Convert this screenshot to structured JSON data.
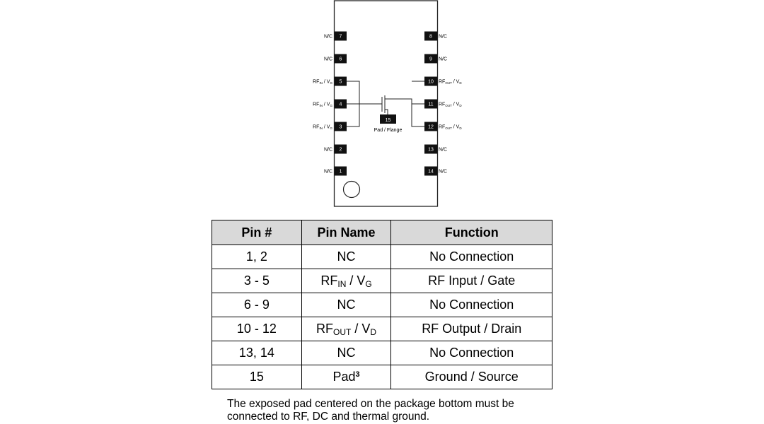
{
  "diagram": {
    "left_pins": [
      {
        "number": "7",
        "name": "N/C",
        "sub": "",
        "suffix": ""
      },
      {
        "number": "6",
        "name": "N/C",
        "sub": "",
        "suffix": ""
      },
      {
        "number": "5",
        "name": "RF",
        "sub": "IN",
        "suffix": " / V",
        "sub2": "G"
      },
      {
        "number": "4",
        "name": "RF",
        "sub": "IN",
        "suffix": " / V",
        "sub2": "G"
      },
      {
        "number": "3",
        "name": "RF",
        "sub": "IN",
        "suffix": " / V",
        "sub2": "G"
      },
      {
        "number": "2",
        "name": "N/C",
        "sub": "",
        "suffix": ""
      },
      {
        "number": "1",
        "name": "N/C",
        "sub": "",
        "suffix": ""
      }
    ],
    "right_pins": [
      {
        "number": "8",
        "name": "N/C",
        "sub": "",
        "suffix": ""
      },
      {
        "number": "9",
        "name": "N/C",
        "sub": "",
        "suffix": ""
      },
      {
        "number": "10",
        "name": "RF",
        "sub": "OUT",
        "suffix": " / V",
        "sub2": "D"
      },
      {
        "number": "11",
        "name": "RF",
        "sub": "OUT",
        "suffix": " / V",
        "sub2": "D"
      },
      {
        "number": "12",
        "name": "RF",
        "sub": "OUT",
        "suffix": " / V",
        "sub2": "D"
      },
      {
        "number": "13",
        "name": "N/C",
        "sub": "",
        "suffix": ""
      },
      {
        "number": "14",
        "name": "N/C",
        "sub": "",
        "suffix": ""
      }
    ],
    "pad": {
      "number": "15",
      "label": "Pad / Flange"
    }
  },
  "table": {
    "headers": [
      "Pin #",
      "Pin Name",
      "Function"
    ],
    "rows": [
      {
        "pin": "1, 2",
        "name": "NC",
        "function": "No Connection"
      },
      {
        "pin": "3 - 5",
        "name_main": "RF",
        "name_sub": "IN",
        "name_mid": " / V",
        "name_sub2": "G",
        "function": "RF Input / Gate"
      },
      {
        "pin": "6 - 9",
        "name": "NC",
        "function": "No Connection"
      },
      {
        "pin": "10 - 12",
        "name_main": "RF",
        "name_sub": "OUT",
        "name_mid": " / V",
        "name_sub2": "D",
        "function": "RF Output / Drain"
      },
      {
        "pin": "13, 14",
        "name": "NC",
        "function": "No Connection"
      },
      {
        "pin": "15",
        "name_main": "Pad",
        "name_sup": "3",
        "function": "Ground / Source"
      }
    ]
  },
  "note": "The exposed pad centered on the package bottom must be connected to RF, DC and thermal ground.",
  "colors": {
    "pin_fill": "#111111",
    "pin_text": "#ffffff",
    "header_bg": "#d9d9d9",
    "outline": "#222222"
  }
}
